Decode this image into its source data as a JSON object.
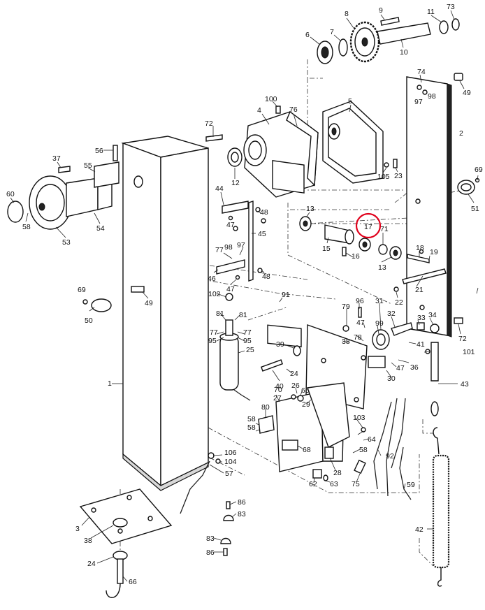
{
  "diagram": {
    "highlight": {
      "label": "17",
      "color": "#e0001b"
    },
    "callouts": [
      {
        "id": "c8",
        "text": "8"
      },
      {
        "id": "c9",
        "text": "9"
      },
      {
        "id": "c11",
        "text": "11"
      },
      {
        "id": "c73",
        "text": "73"
      },
      {
        "id": "c6",
        "text": "6"
      },
      {
        "id": "c7",
        "text": "7"
      },
      {
        "id": "c10",
        "text": "10"
      },
      {
        "id": "c74",
        "text": "74"
      },
      {
        "id": "c98a",
        "text": "98"
      },
      {
        "id": "c97a",
        "text": "97"
      },
      {
        "id": "c49a",
        "text": "49"
      },
      {
        "id": "c100",
        "text": "100"
      },
      {
        "id": "c4",
        "text": "4"
      },
      {
        "id": "c76",
        "text": "76"
      },
      {
        "id": "c5",
        "text": "5"
      },
      {
        "id": "c2",
        "text": "2"
      },
      {
        "id": "c72a",
        "text": "72"
      },
      {
        "id": "c56",
        "text": "56"
      },
      {
        "id": "c37",
        "text": "37"
      },
      {
        "id": "c55",
        "text": "55"
      },
      {
        "id": "c60",
        "text": "60"
      },
      {
        "id": "c58a",
        "text": "58"
      },
      {
        "id": "c54",
        "text": "54"
      },
      {
        "id": "c53",
        "text": "53"
      },
      {
        "id": "c12",
        "text": "12"
      },
      {
        "id": "c105",
        "text": "105"
      },
      {
        "id": "c23",
        "text": "23"
      },
      {
        "id": "c69a",
        "text": "69"
      },
      {
        "id": "c51",
        "text": "51"
      },
      {
        "id": "c44",
        "text": "44"
      },
      {
        "id": "c48a",
        "text": "48"
      },
      {
        "id": "c47a",
        "text": "47"
      },
      {
        "id": "c45",
        "text": "45"
      },
      {
        "id": "c13a",
        "text": "13"
      },
      {
        "id": "c17",
        "text": "17"
      },
      {
        "id": "c71",
        "text": "71"
      },
      {
        "id": "c15",
        "text": "15"
      },
      {
        "id": "c16",
        "text": "16"
      },
      {
        "id": "c13b",
        "text": "13"
      },
      {
        "id": "c18",
        "text": "18"
      },
      {
        "id": "c19",
        "text": "19"
      },
      {
        "id": "c77a",
        "text": "77"
      },
      {
        "id": "c98b",
        "text": "98"
      },
      {
        "id": "c97b",
        "text": "97"
      },
      {
        "id": "c46",
        "text": "46"
      },
      {
        "id": "c47b",
        "text": "47"
      },
      {
        "id": "c48b",
        "text": "48"
      },
      {
        "id": "c21",
        "text": "21"
      },
      {
        "id": "c69b",
        "text": "69"
      },
      {
        "id": "c49b",
        "text": "49"
      },
      {
        "id": "c102",
        "text": "102"
      },
      {
        "id": "c91",
        "text": "91"
      },
      {
        "id": "c22",
        "text": "22"
      },
      {
        "id": "c50",
        "text": "50"
      },
      {
        "id": "c81a",
        "text": "81"
      },
      {
        "id": "c81b",
        "text": "81"
      },
      {
        "id": "c79",
        "text": "79"
      },
      {
        "id": "c96",
        "text": "96"
      },
      {
        "id": "c31",
        "text": "31"
      },
      {
        "id": "c34",
        "text": "34"
      },
      {
        "id": "c47c",
        "text": "47"
      },
      {
        "id": "c99",
        "text": "99"
      },
      {
        "id": "c32",
        "text": "32"
      },
      {
        "id": "c33",
        "text": "33"
      },
      {
        "id": "c72b",
        "text": "72"
      },
      {
        "id": "c77b",
        "text": "77"
      },
      {
        "id": "c95a",
        "text": "95"
      },
      {
        "id": "c77c",
        "text": "77"
      },
      {
        "id": "c95b",
        "text": "95"
      },
      {
        "id": "c38a",
        "text": "38"
      },
      {
        "id": "c78",
        "text": "78"
      },
      {
        "id": "c41",
        "text": "41"
      },
      {
        "id": "c25",
        "text": "25"
      },
      {
        "id": "c39",
        "text": "39"
      },
      {
        "id": "c101",
        "text": "101"
      },
      {
        "id": "c1",
        "text": "1"
      },
      {
        "id": "c47d",
        "text": "47"
      },
      {
        "id": "c36",
        "text": "36"
      },
      {
        "id": "c24a",
        "text": "24"
      },
      {
        "id": "c40",
        "text": "40"
      },
      {
        "id": "c30",
        "text": "30"
      },
      {
        "id": "c43",
        "text": "43"
      },
      {
        "id": "c26",
        "text": "26"
      },
      {
        "id": "c70",
        "text": "70"
      },
      {
        "id": "c65",
        "text": "65"
      },
      {
        "id": "c27",
        "text": "27"
      },
      {
        "id": "c29",
        "text": "29"
      },
      {
        "id": "c80",
        "text": "80"
      },
      {
        "id": "c103",
        "text": "103"
      },
      {
        "id": "c58b",
        "text": "58"
      },
      {
        "id": "c58c",
        "text": "58"
      },
      {
        "id": "c64",
        "text": "64"
      },
      {
        "id": "c68",
        "text": "68"
      },
      {
        "id": "c58d",
        "text": "58"
      },
      {
        "id": "c92",
        "text": "92"
      },
      {
        "id": "c106",
        "text": "106"
      },
      {
        "id": "c104",
        "text": "104"
      },
      {
        "id": "c28",
        "text": "28"
      },
      {
        "id": "c57",
        "text": "57"
      },
      {
        "id": "c62",
        "text": "62"
      },
      {
        "id": "c63",
        "text": "63"
      },
      {
        "id": "c75",
        "text": "75"
      },
      {
        "id": "c59",
        "text": "59"
      },
      {
        "id": "c86a",
        "text": "86"
      },
      {
        "id": "c83a",
        "text": "83"
      },
      {
        "id": "c42",
        "text": "42"
      },
      {
        "id": "c3",
        "text": "3"
      },
      {
        "id": "c38b",
        "text": "38"
      },
      {
        "id": "c83b",
        "text": "83"
      },
      {
        "id": "c86b",
        "text": "86"
      },
      {
        "id": "c24b",
        "text": "24"
      },
      {
        "id": "c66",
        "text": "66"
      }
    ]
  }
}
